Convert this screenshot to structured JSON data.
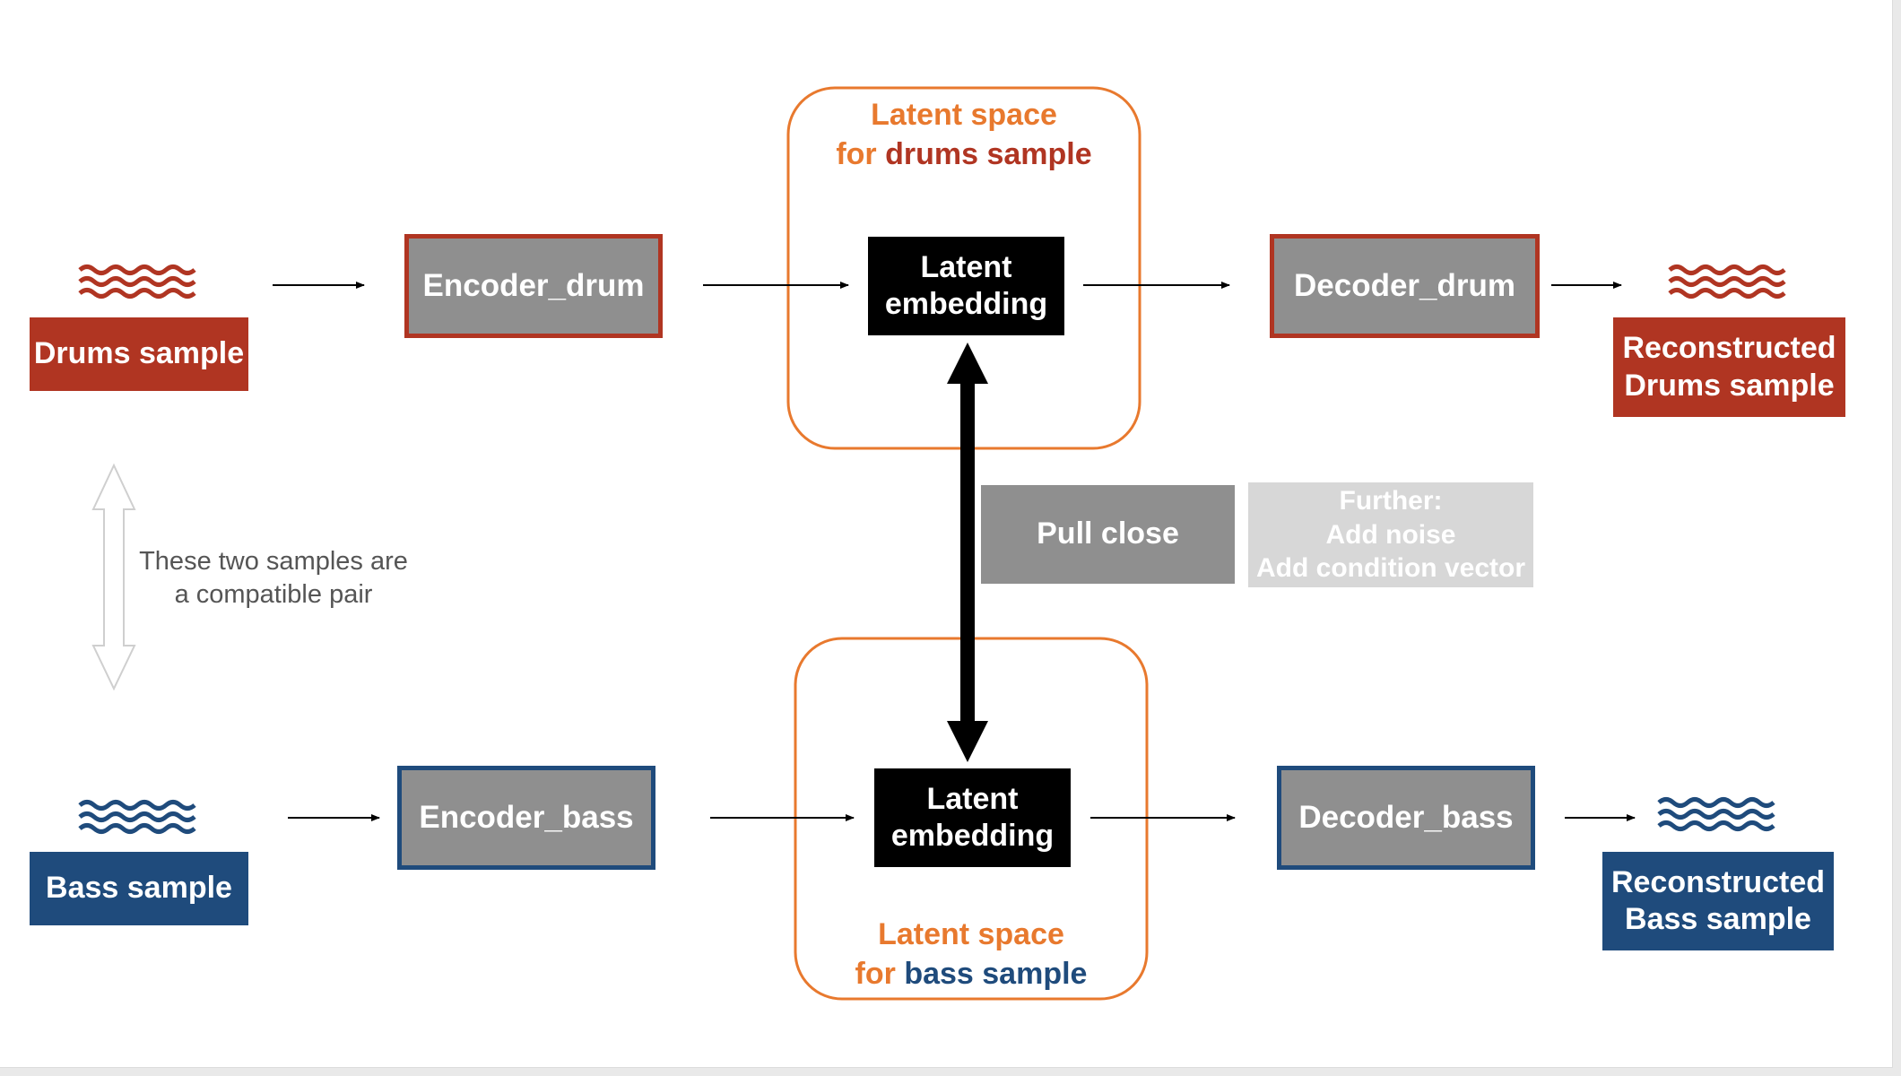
{
  "colors": {
    "drums": "#b03522",
    "bass": "#1f4b7c",
    "latent_space_outline": "#e8792e",
    "module_fill": "#8f8f8f",
    "latent_fill": "#000000",
    "further_fill": "#d7d7d7",
    "compat_arrow": "#cfcfcf"
  },
  "drums_row": {
    "sample_label": "Drums sample",
    "encoder": "Encoder_drum",
    "latent_line1": "Latent",
    "latent_line2": "embedding",
    "decoder": "Decoder_drum",
    "output_line1": "Reconstructed",
    "output_line2": "Drums sample",
    "space_line1": "Latent space",
    "space_prefix": "for",
    "space_highlight": "drums sample"
  },
  "bass_row": {
    "sample_label": "Bass sample",
    "encoder": "Encoder_bass",
    "latent_line1": "Latent",
    "latent_line2": "embedding",
    "decoder": "Decoder_bass",
    "output_line1": "Reconstructed",
    "output_line2": "Bass sample",
    "space_line1": "Latent space",
    "space_prefix": "for",
    "space_highlight": "bass sample"
  },
  "middle": {
    "pull_label": "Pull close",
    "further_line1": "Further:",
    "further_line2": "Add noise",
    "further_line3": "Add condition vector"
  },
  "compatibility_note": {
    "line1": "These two samples are",
    "line2": "a compatible pair"
  },
  "icons": {
    "sample_wave": "sound-wave-icon",
    "compatibility_arrow": "double-arrow-icon",
    "pull_arrow": "double-arrow-icon"
  }
}
